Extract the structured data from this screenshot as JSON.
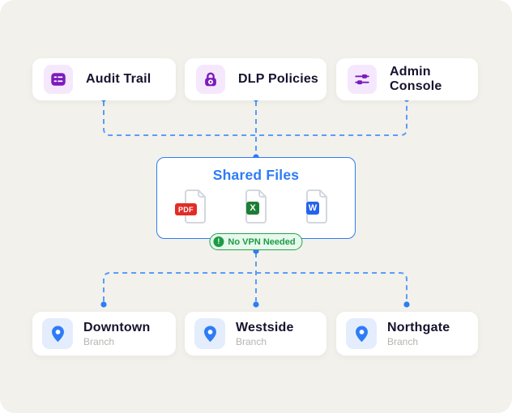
{
  "colors": {
    "canvas_bg": "#f2f1eb",
    "accent_blue": "#2e7cf6",
    "connector_blue": "#5b9bf8",
    "purple": "#7c1bbd",
    "purple_bg": "#f5e8fd",
    "green": "#1d9b45",
    "green_bg": "#e7f8ec",
    "pdf_red": "#e12d26",
    "excel_green": "#1e7e34",
    "word_blue": "#2563eb",
    "text_dark": "#17122e"
  },
  "top_cards": [
    {
      "label": "Audit Trail",
      "icon": "audit-log-icon"
    },
    {
      "label": "DLP Policies",
      "icon": "lock-icon"
    },
    {
      "label": "Admin Console",
      "icon": "sliders-icon"
    }
  ],
  "shared_files": {
    "title": "Shared Files",
    "files": [
      {
        "icon": "pdf-file-icon",
        "badge": "PDF"
      },
      {
        "icon": "excel-file-icon",
        "badge": "X"
      },
      {
        "icon": "word-file-icon",
        "badge": "W"
      }
    ],
    "vpn_badge": {
      "label": "No VPN Needed",
      "icon": "shield-alert-icon"
    }
  },
  "branch_cards": [
    {
      "name": "Downtown",
      "subtitle": "Branch"
    },
    {
      "name": "Westside",
      "subtitle": "Branch"
    },
    {
      "name": "Northgate",
      "subtitle": "Branch"
    }
  ]
}
